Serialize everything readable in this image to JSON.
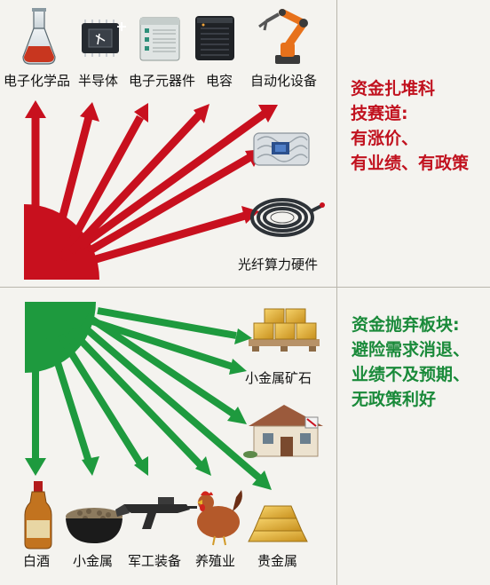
{
  "top_section": {
    "top_labels": [
      "电子化学品",
      "半导体",
      "电子元器件",
      "电容",
      "自动化设备"
    ],
    "right_labels": [
      "光纤算力硬件"
    ],
    "side_text": [
      "资金扎堆科",
      "技赛道:",
      "有涨价、",
      "有业绩、有政策"
    ],
    "color": "#c1121f"
  },
  "bottom_section": {
    "right_labels": [
      "小金属矿石"
    ],
    "bottom_labels": [
      "白酒",
      "小金属",
      "军工装备",
      "养殖业",
      "贵金属"
    ],
    "side_text": [
      "资金抛弃板块:",
      "避险需求消退、",
      "业绩不及预期、",
      "无政策利好"
    ],
    "color": "#1a8a3a"
  }
}
